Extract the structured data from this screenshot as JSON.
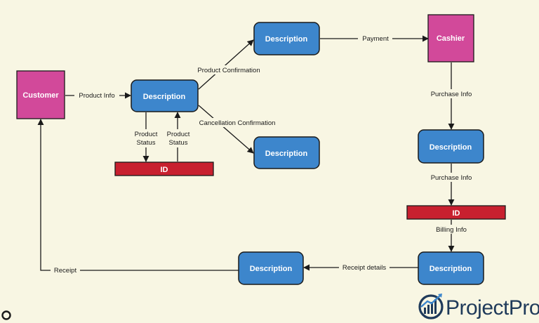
{
  "nodes": {
    "customer": {
      "label": "Customer"
    },
    "cashier": {
      "label": "Cashier"
    },
    "process_main": {
      "label": "Description"
    },
    "process_payment": {
      "label": "Description"
    },
    "process_cancel": {
      "label": "Description"
    },
    "process_purchase": {
      "label": "Description"
    },
    "process_billing": {
      "label": "Description"
    },
    "process_receipt": {
      "label": "Description"
    },
    "store_left": {
      "label": "ID"
    },
    "store_right": {
      "label": "ID"
    }
  },
  "flows": {
    "product_info": "Product Info",
    "product_confirmation": "Product Confirmation",
    "cancellation_confirmation": "Cancellation Confirmation",
    "payment": "Payment",
    "product_status_down": [
      "Product",
      "Status"
    ],
    "product_status_up": [
      "Product",
      "Status"
    ],
    "purchase_info_1": "Purchase Info",
    "purchase_info_2": "Purchase Info",
    "billing_info": "Billing Info",
    "receipt_details": "Receipt details",
    "receipt": "Receipt"
  },
  "brand": {
    "name": "ProjectPro"
  },
  "colors": {
    "background": "#f8f6e3",
    "entity": "#d2499a",
    "process": "#3d86cc",
    "store": "#c8202f",
    "line": "#1a1a1a"
  }
}
